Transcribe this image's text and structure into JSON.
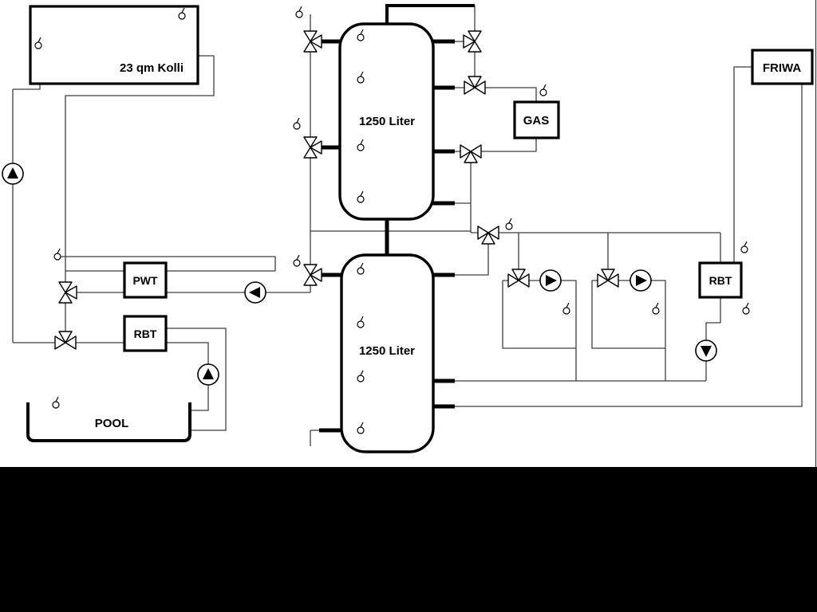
{
  "labels": {
    "collector": "23 qm Kolli",
    "tank1": "1250 Liter",
    "tank2": "1250 Liter",
    "gas": "GAS",
    "friwa": "FRIWA",
    "pwt": "PWT",
    "rbt_left": "RBT",
    "rbt_right": "RBT",
    "pool": "POOL"
  },
  "colors": {
    "pipe": "#3f3f3f",
    "outline": "#000000",
    "background": "#ffffff",
    "bottom_band": "#000000"
  },
  "symbols": {
    "pump_icon": "circle-with-filled-triangle",
    "three_way_valve_icon": "hollow-triangle-bowtie",
    "temperature_sensor_icon": "small-circle-with-probe",
    "pump_count": 6,
    "three_way_valve_count": 11,
    "temperature_sensor_count": 20
  }
}
